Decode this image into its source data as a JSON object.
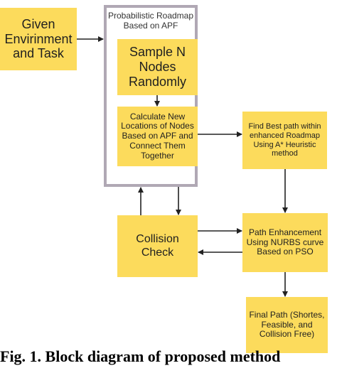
{
  "nodes": {
    "given": "Given Envirinment and Task",
    "container_title": "Probabilistic Roadmap Based on APF",
    "sample": "Sample N Nodes Randomly",
    "calculate": "Calculate New Locations of Nodes Based on APF and Connect Them Together",
    "find_best": "Find Best path within enhanced Roadmap Using A* Heuristic method",
    "collision": "Collision Check",
    "enhancement": "Path Enhancement Using NURBS curve Based on PSO",
    "final": "Final Path (Shortes, Feasible, and Collision Free)"
  },
  "caption": "Fig. 1. Block diagram of proposed method",
  "colors": {
    "box_fill": "#fcdb5c",
    "container_border": "#b0a8b4",
    "arrow": "#222222"
  }
}
